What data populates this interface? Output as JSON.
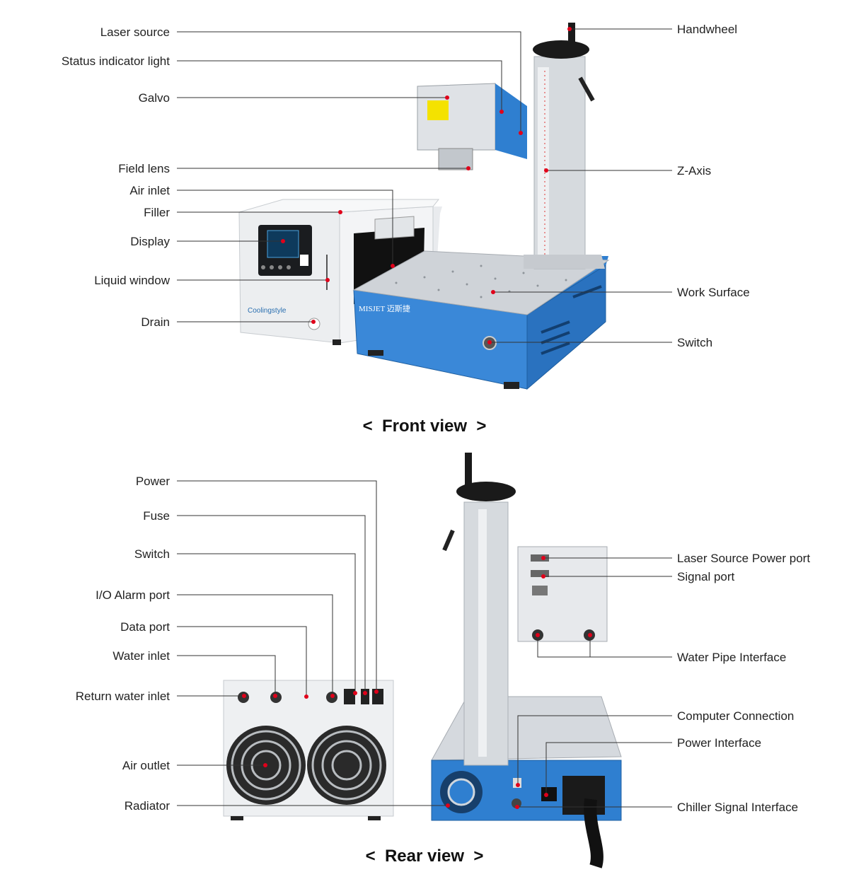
{
  "front": {
    "title": "<  Front view  >",
    "left_labels": [
      "Laser source",
      "Status indicator light",
      "Galvo",
      "Field lens",
      "Air inlet",
      "Filler",
      "Display",
      "Liquid window",
      "Drain"
    ],
    "right_labels": [
      "Handwheel",
      "Z-Axis",
      "Work Surface",
      "Switch"
    ],
    "brands": {
      "chiller": "Coolingstyle",
      "machine": "MISJET 迈斯捷"
    }
  },
  "rear": {
    "title": "<  Rear view  >",
    "left_labels": [
      "Power",
      "Fuse",
      "Switch",
      "I/O Alarm port",
      "Data port",
      "Water inlet",
      "Return water inlet",
      "Air outlet",
      "Radiator"
    ],
    "right_labels": [
      "Laser Source Power port",
      "Signal port",
      "Water Pipe Interface",
      "Computer Connection",
      "Power Interface",
      "Chiller Signal Interface"
    ]
  },
  "colors": {
    "machine_blue": "#2f7fd0",
    "leader": "#333333",
    "marker": "#e0001a",
    "aluminum": "#d9dde2"
  }
}
